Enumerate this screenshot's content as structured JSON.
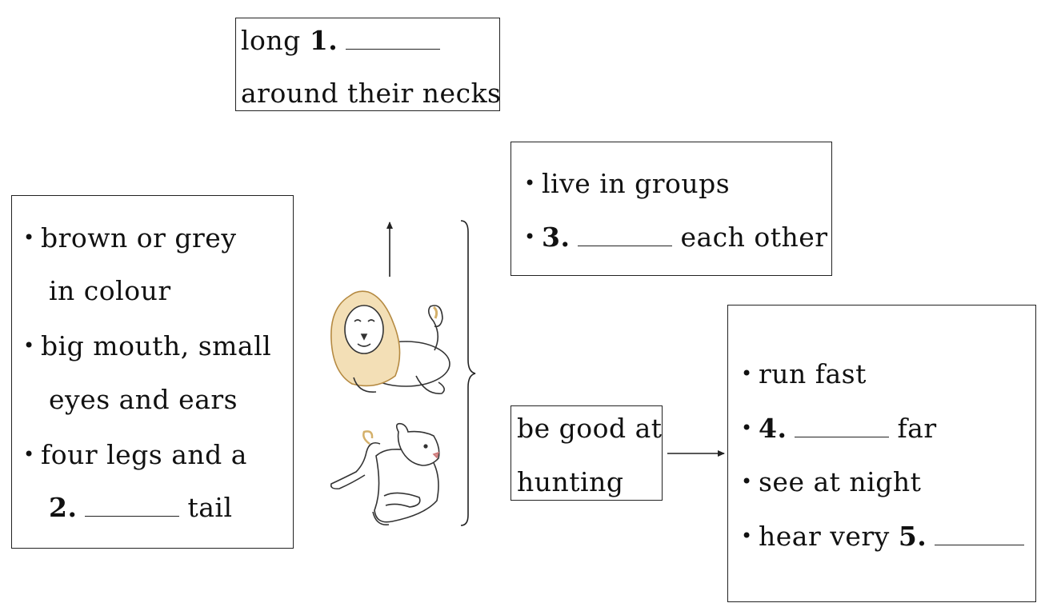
{
  "neck_box": {
    "line1_word": "long",
    "line1_num": "1.",
    "line2": "around their necks"
  },
  "appearance_box": {
    "item1_a": "brown or grey",
    "item1_b": "in colour",
    "item2_a": "big mouth, small",
    "item2_b": "eyes and ears",
    "item3_a": "four legs and a",
    "item3_num": "2.",
    "item3_word": "tail"
  },
  "social_box": {
    "item1": "live in groups",
    "item2_num": "3.",
    "item2_word": "each other"
  },
  "hunting_box": {
    "line1": "be good at",
    "line2": "hunting"
  },
  "abilities_box": {
    "item1": "run fast",
    "item2_num": "4.",
    "item2_word": "far",
    "item3": "see at night",
    "item4_word": "hear very",
    "item4_num": "5."
  },
  "images": {
    "male": "male-lion-illustration",
    "female": "lioness-illustration"
  }
}
